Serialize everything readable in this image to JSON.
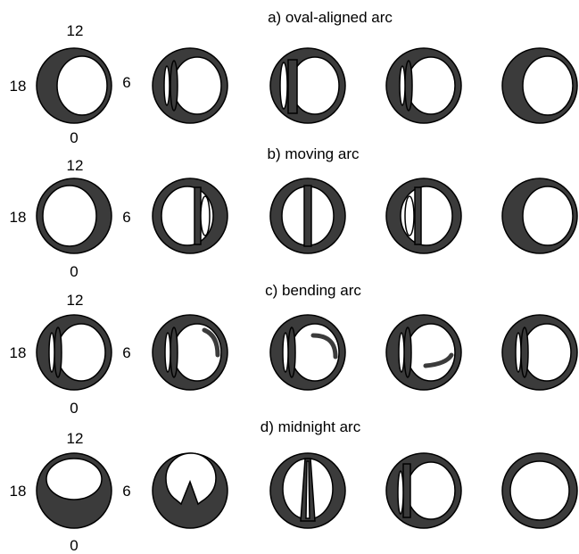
{
  "colors": {
    "disk": "#3b3b3b",
    "hole": "#ffffff",
    "stroke": "#000000"
  },
  "rows": [
    {
      "title": "a) oval-aligned arc",
      "label_top": "12",
      "label_left": "18",
      "label_right": "6",
      "label_bottom": "0"
    },
    {
      "title": "b) moving arc",
      "label_top": "12",
      "label_left": "18",
      "label_right": "6",
      "label_bottom": "0"
    },
    {
      "title": "c) bending arc",
      "label_top": "12",
      "label_left": "18",
      "label_right": "6",
      "label_bottom": "0"
    },
    {
      "title": "d) midnight arc",
      "label_top": "12",
      "label_left": "18",
      "label_right": "6",
      "label_bottom": "0"
    }
  ]
}
